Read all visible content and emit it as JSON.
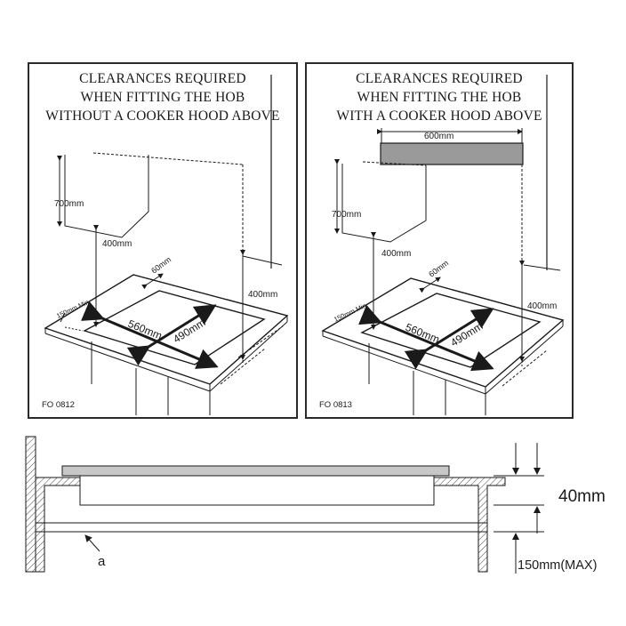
{
  "panels": [
    {
      "title_lines": [
        "CLEARANCES REQUIRED",
        "WHEN FITTING THE HOB",
        "WITHOUT A COOKER HOOD ABOVE"
      ],
      "code": "FO 0812",
      "labels": {
        "wall": "700mm",
        "height": "400mm",
        "side": "400mm",
        "rear": "60mm",
        "front": "150mm Min.",
        "width": "560mm",
        "depth": "490mm"
      }
    },
    {
      "title_lines": [
        "CLEARANCES REQUIRED",
        "WHEN FITTING THE HOB",
        "WITH A COOKER HOOD ABOVE"
      ],
      "code": "FO 0813",
      "labels": {
        "hood": "600mm",
        "wall": "700mm",
        "height": "400mm",
        "side": "400mm",
        "rear": "60mm",
        "front": "150mm Min.",
        "width": "560mm",
        "depth": "490mm"
      }
    }
  ],
  "section": {
    "hob_label": "40mm",
    "gap_label": "150mm(MAX)",
    "callout": "a"
  },
  "colors": {
    "line": "#1a1a1a",
    "hood": "#9a9a9a",
    "hob_top": "#c8c8c8"
  }
}
